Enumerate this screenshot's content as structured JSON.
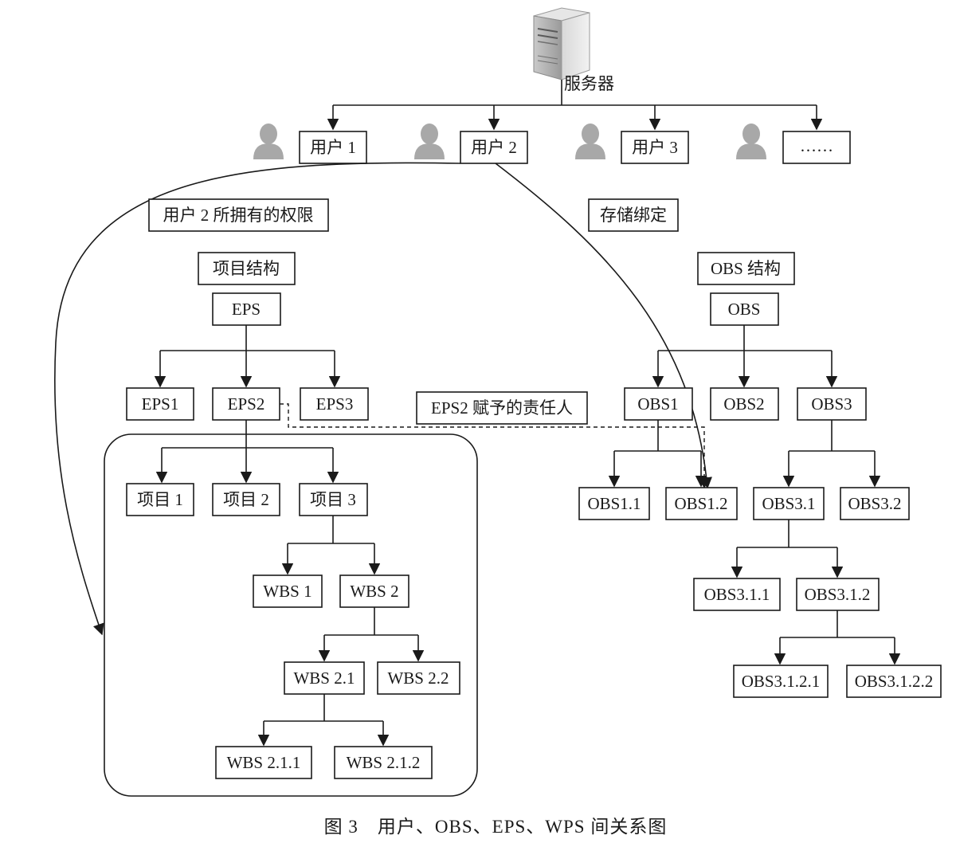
{
  "server": {
    "label": "服务器",
    "icon": "server-icon"
  },
  "users": [
    {
      "label": "用户 1",
      "icon": "user-icon"
    },
    {
      "label": "用户 2",
      "icon": "user-icon"
    },
    {
      "label": "用户 3",
      "icon": "user-icon"
    },
    {
      "label": "……",
      "icon": "user-icon"
    }
  ],
  "annotations": {
    "permissions": "用户 2 所拥有的权限",
    "storage_binding": "存储绑定",
    "eps2_responsible": "EPS2 赋予的责任人"
  },
  "project_structure": {
    "title": "项目结构",
    "root": "EPS",
    "eps": [
      "EPS1",
      "EPS2",
      "EPS3"
    ],
    "projects": [
      "项目 1",
      "项目 2",
      "项目 3"
    ],
    "wbs": [
      "WBS 1",
      "WBS 2"
    ],
    "wbs2_children": [
      "WBS 2.1",
      "WBS 2.2"
    ],
    "wbs21_children": [
      "WBS 2.1.1",
      "WBS 2.1.2"
    ]
  },
  "obs_structure": {
    "title": "OBS 结构",
    "root": "OBS",
    "level1": [
      "OBS1",
      "OBS2",
      "OBS3"
    ],
    "obs1_children": [
      "OBS1.1",
      "OBS1.2"
    ],
    "obs3_children": [
      "OBS3.1",
      "OBS3.2"
    ],
    "obs31_children": [
      "OBS3.1.1",
      "OBS3.1.2"
    ],
    "obs312_children": [
      "OBS3.1.2.1",
      "OBS3.1.2.2"
    ]
  },
  "caption": "图 3　用户、OBS、EPS、WPS 间关系图"
}
